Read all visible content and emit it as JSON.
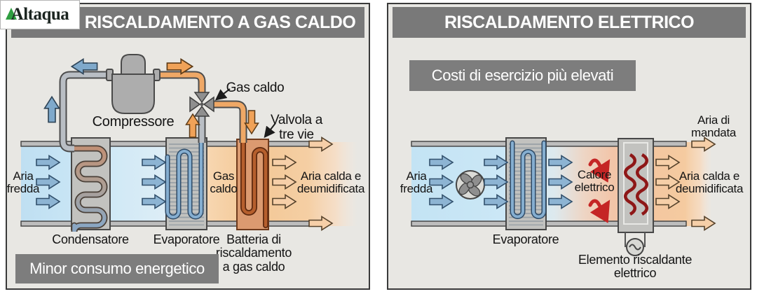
{
  "brand": {
    "logo_text": "Altaqua"
  },
  "colors": {
    "header_bg": "#797979",
    "badge_bg": "#7d7d7d",
    "cold_air_blue": "#bfdff2",
    "warm_air_orange": "#f3c795",
    "hot_gas_pipe": "#efa866",
    "suction_pipe": "#b9bec4",
    "electric_heat_red": "#c52525",
    "panel_bg": "#e8e7e3"
  },
  "gas_panel": {
    "title": "RISCALDAMENTO A GAS CALDO",
    "badge": "Minor consumo energetico",
    "labels": {
      "aria_fredda": "Aria\nfredda",
      "compressore": "Compressore",
      "gas_caldo_callout": "Gas caldo",
      "valvola_tre_vie": "Valvola a\ntre vie",
      "gas_caldo_duct": "Gas\ncaldo",
      "aria_calda": "Aria calda e\ndeumidificata",
      "condensatore": "Condensatore",
      "evaporatore": "Evaporatore",
      "batteria": "Batteria di\nriscaldamento\na gas caldo"
    }
  },
  "electric_panel": {
    "title": "RISCALDAMENTO ELETTRICO",
    "badge": "Costi di esercizio più elevati",
    "labels": {
      "aria_fredda": "Aria\nfredda",
      "evaporatore": "Evaporatore",
      "calore_elettrico": "Calore\nelettrico",
      "aria_mandata": "Aria di\nmandata",
      "aria_calda": "Aria calda e\ndeumidificata",
      "elemento": "Elemento riscaldante\nelettrico"
    }
  }
}
